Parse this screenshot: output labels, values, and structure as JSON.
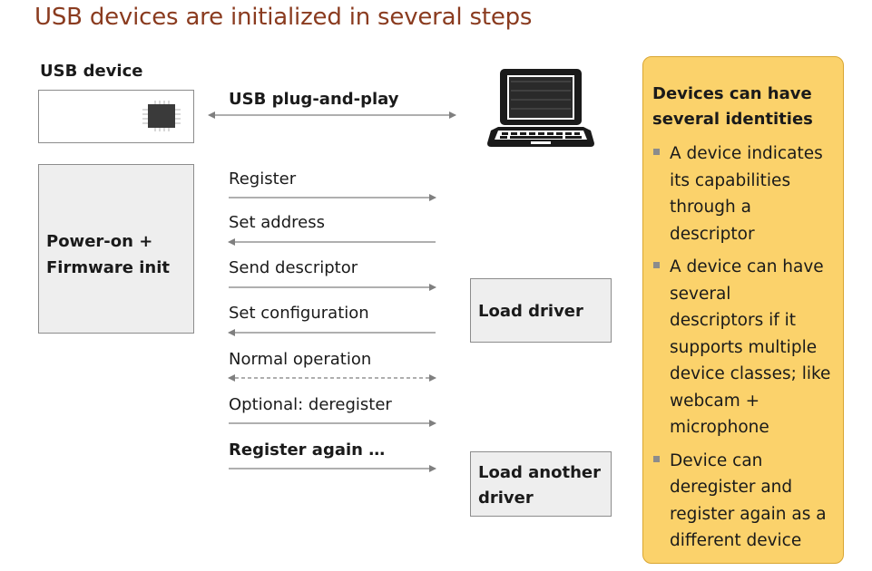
{
  "title": "USB devices are initialized in several steps",
  "usb_device_label": "USB device",
  "plug_and_play_label": "USB plug-and-play",
  "power_on_lines": [
    "Power-on +",
    "Firmware init"
  ],
  "steps": [
    {
      "label": "Register",
      "direction": "right",
      "style": "solid",
      "bold": false
    },
    {
      "label": "Set address",
      "direction": "left",
      "style": "solid",
      "bold": false
    },
    {
      "label": "Send descriptor",
      "direction": "right",
      "style": "solid",
      "bold": false
    },
    {
      "label": "Set configuration",
      "direction": "left",
      "style": "solid",
      "bold": false
    },
    {
      "label": "Normal operation",
      "direction": "both",
      "style": "dashed",
      "bold": false
    },
    {
      "label": "Optional: deregister",
      "direction": "right",
      "style": "solid",
      "bold": false
    },
    {
      "label": "Register again …",
      "direction": "right",
      "style": "solid",
      "bold": true
    }
  ],
  "load_driver_label": "Load driver",
  "load_another_driver_lines": [
    "Load another",
    "driver"
  ],
  "side_panel": {
    "title_lines": [
      "Devices can have",
      "several identities"
    ],
    "bullets": [
      [
        "A device indicates",
        "its capabilities",
        "through a",
        "descriptor"
      ],
      [
        "A device can have",
        "several",
        "descriptors if it",
        "supports multiple",
        "device classes; like",
        "webcam +",
        "microphone"
      ],
      [
        "Device can",
        "deregister and",
        "register again as a",
        "different device"
      ]
    ]
  },
  "icons": {
    "chip": "chip-icon",
    "laptop": "laptop-icon"
  },
  "colors": {
    "title": "#8a3b1f",
    "panel_bg": "#fbd26b",
    "arrow": "#7f7f7f"
  }
}
